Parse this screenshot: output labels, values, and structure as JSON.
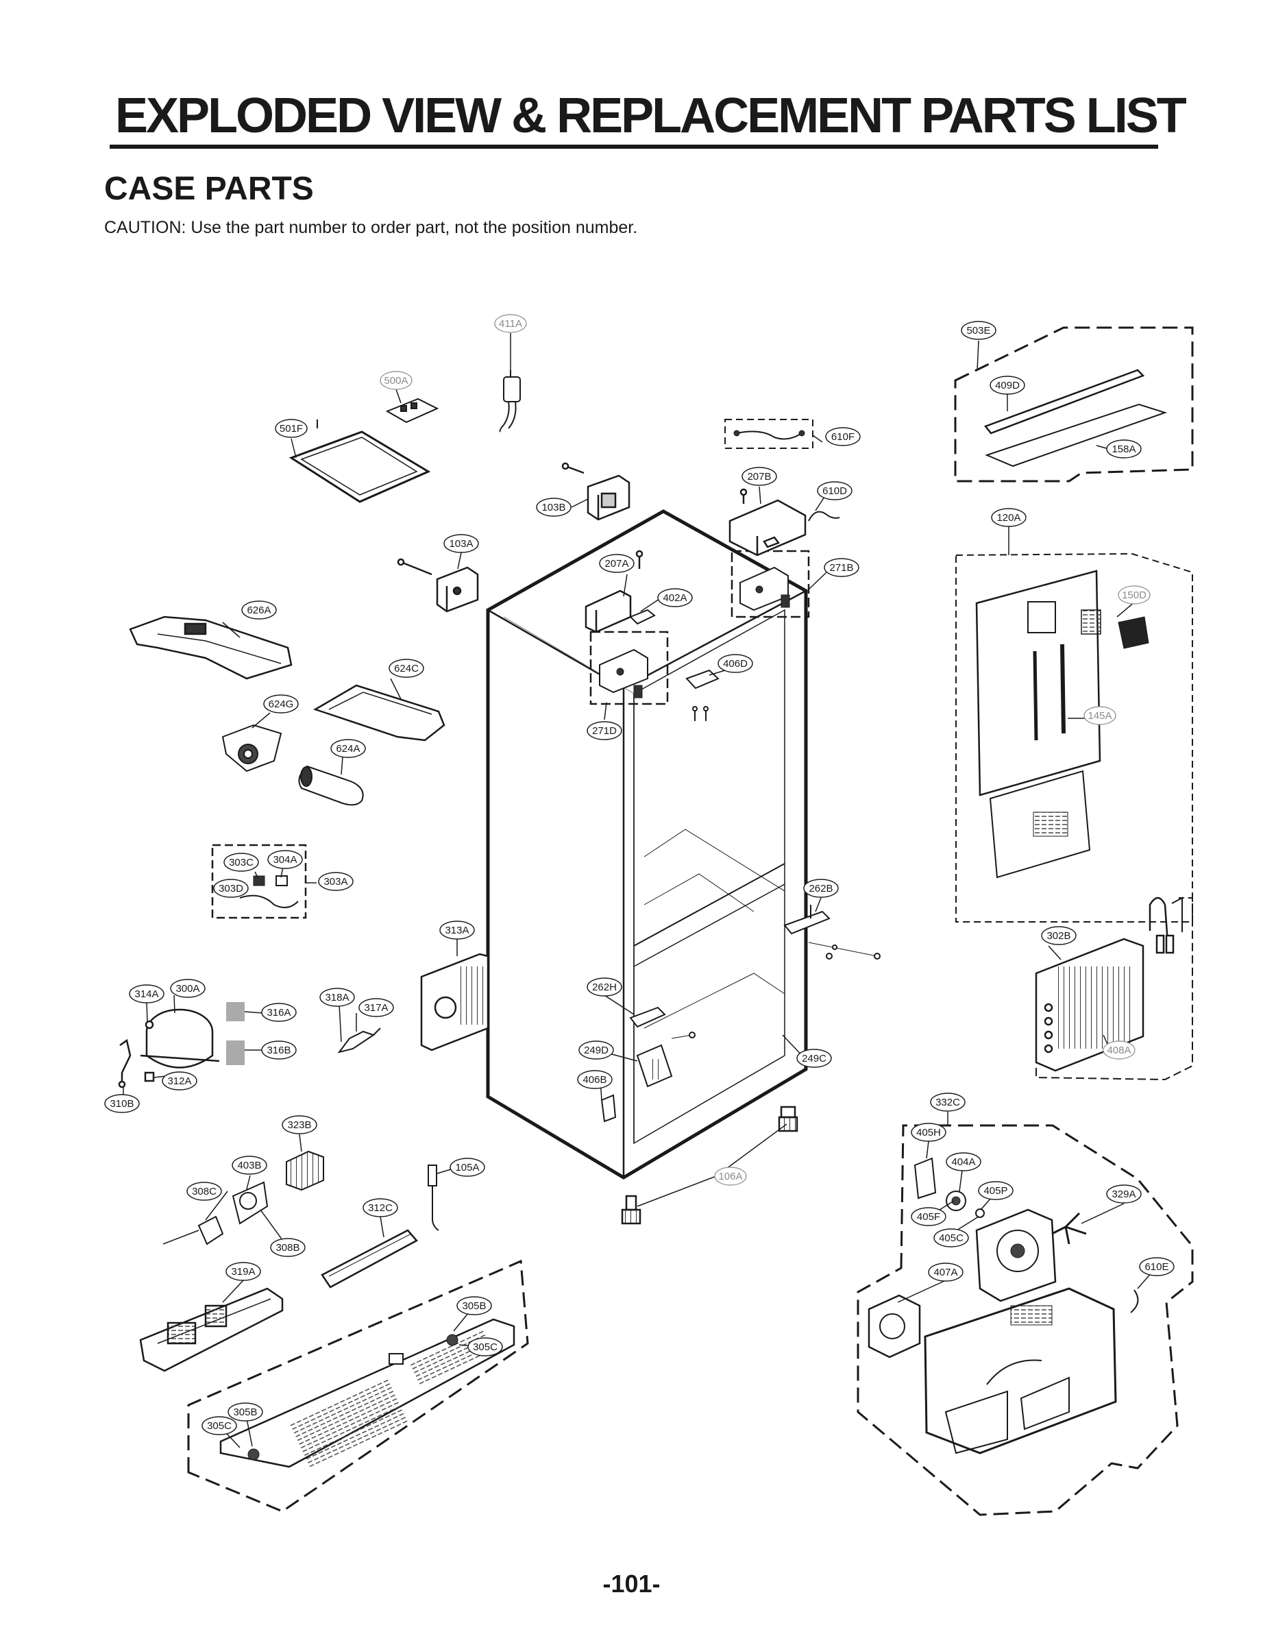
{
  "header": {
    "title": "EXPLODED VIEW & REPLACEMENT PARTS LIST",
    "section": "CASE PARTS",
    "caution": "CAUTION: Use the part number to order part, not the position number."
  },
  "callouts": {
    "c411A": "411A",
    "c500A": "500A",
    "c501F": "501F",
    "c103B": "103B",
    "c103A": "103A",
    "c207A": "207A",
    "c207B": "207B",
    "c402A": "402A",
    "c610F": "610F",
    "c610D": "610D",
    "c271B": "271B",
    "c271D": "271D",
    "c406D": "406D",
    "c503E": "503E",
    "c409D": "409D",
    "c158A": "158A",
    "c120A": "120A",
    "c150D": "150D",
    "c145A": "145A",
    "c626A": "626A",
    "c624C": "624C",
    "c624G": "624G",
    "c624A": "624A",
    "c303C": "303C",
    "c304A": "304A",
    "c303D": "303D",
    "c303A": "303A",
    "c313A": "313A",
    "c262B": "262B",
    "c302B": "302B",
    "c262H": "262H",
    "c314A": "314A",
    "c300A": "300A",
    "c318A": "318A",
    "c317A": "317A",
    "c316A": "316A",
    "c316B": "316B",
    "c249D": "249D",
    "c249C": "249C",
    "c408A": "408A",
    "c312A": "312A",
    "c406B": "406B",
    "c310B": "310B",
    "c332C": "332C",
    "c323B": "323B",
    "c405H": "405H",
    "c404A": "404A",
    "c403B": "403B",
    "c105A": "105A",
    "c106A": "106A",
    "c308C": "308C",
    "c405P": "405P",
    "c329A": "329A",
    "c405F": "405F",
    "c312C": "312C",
    "c405C": "405C",
    "c308B": "308B",
    "c407A": "407A",
    "c610E": "610E",
    "c319A": "319A",
    "c305B_top": "305B",
    "c305C_top": "305C",
    "c305B_bot": "305B",
    "c305C_bot": "305C"
  },
  "footer": {
    "page_number": "-101-"
  }
}
